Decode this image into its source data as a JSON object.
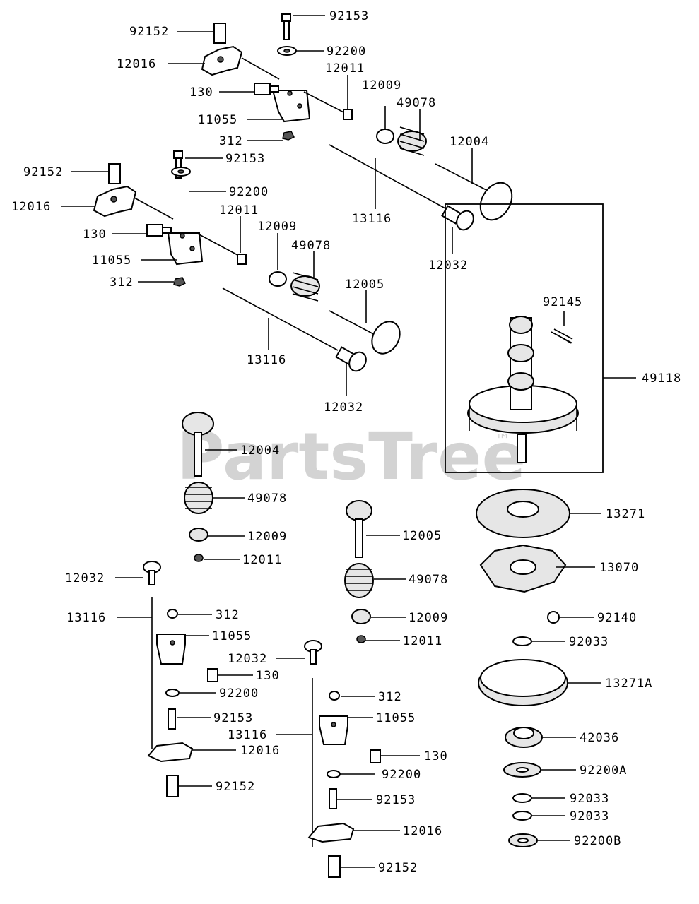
{
  "watermark": {
    "text": "PartsTree",
    "mark": "™"
  },
  "labels": {
    "l92153a": "92153",
    "l92152a": "92152",
    "l92200a": "92200",
    "l12016a": "12016",
    "l12011a": "12011",
    "l12009a": "12009",
    "l130a": "130",
    "l49078a": "49078",
    "l11055a": "11055",
    "l12004a": "12004",
    "l312a": "312",
    "l92152b": "92152",
    "l92153b": "92153",
    "l12016b": "12016",
    "l92200b": "92200",
    "l13116a": "13116",
    "l12011b": "12011",
    "l130b": "130",
    "l12009b": "12009",
    "l12032a": "12032",
    "l49078b": "49078",
    "l11055b": "11055",
    "l312b": "312",
    "l12005a": "12005",
    "l13116b": "13116",
    "l12032b": "12032",
    "l92145": "92145",
    "l49118": "49118",
    "l12004b": "12004",
    "l49078c": "49078",
    "l12009c": "12009",
    "l12011c": "12011",
    "l13271": "13271",
    "l12005b": "12005",
    "l12032c": "12032",
    "l13070": "13070",
    "l49078d": "49078",
    "l13116c": "13116",
    "l312c": "312",
    "l12009d": "12009",
    "l92140": "92140",
    "l11055c": "11055",
    "l12011d": "12011",
    "l92033a": "92033",
    "l12032d": "12032",
    "l130c": "130",
    "l13271A": "13271A",
    "l92200c": "92200",
    "l312d": "312",
    "l92153c": "92153",
    "l11055d": "11055",
    "l13116d": "13116",
    "l42036": "42036",
    "l12016c": "12016",
    "l130d": "130",
    "l92200A": "92200A",
    "l92152c": "92152",
    "l92200d": "92200",
    "l92033b": "92033",
    "l92153d": "92153",
    "l92033c": "92033",
    "l12016d": "12016",
    "l92200B": "92200B",
    "l92152d": "92152"
  }
}
